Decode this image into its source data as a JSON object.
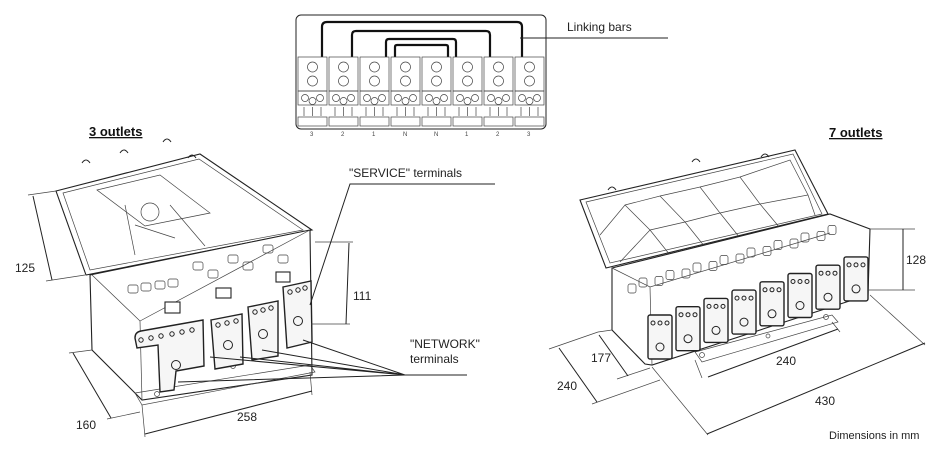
{
  "terminal_block": {
    "callout": "Linking bars",
    "terminal_labels": [
      "3",
      "2",
      "1",
      "N",
      "N",
      "1",
      "2",
      "3"
    ]
  },
  "left_unit": {
    "title": "3 outlets",
    "callouts": {
      "service": "\"SERVICE\" terminals",
      "network_line1": "\"NETWORK\"",
      "network_line2": "terminals"
    },
    "dimensions": {
      "lid_height": "125",
      "body_height": "111",
      "depth": "160",
      "length": "258"
    }
  },
  "right_unit": {
    "title": "7 outlets",
    "dimensions": {
      "body_height": "128",
      "depth_inner": "177",
      "depth_outer": "240",
      "base_length": "240",
      "length": "430"
    }
  },
  "footer": {
    "units_note": "Dimensions in mm"
  }
}
